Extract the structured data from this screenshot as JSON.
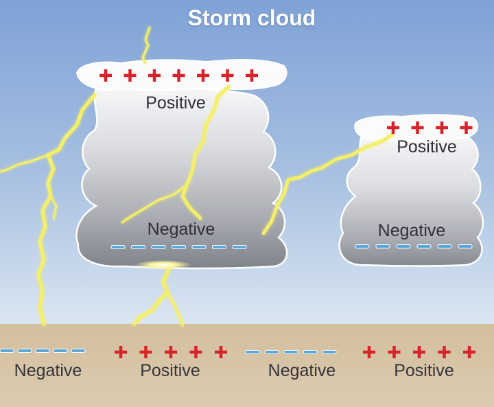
{
  "title": "Storm cloud",
  "clouds": {
    "main": {
      "top_label": "Positive",
      "bottom_label": "Negative",
      "top_charges": 7,
      "bottom_charges": 7
    },
    "small": {
      "top_label": "Positive",
      "bottom_label": "Negative",
      "top_charges": 4,
      "bottom_charges": 6
    }
  },
  "ground": [
    {
      "label": "Negative",
      "charge": "negative",
      "count": 5
    },
    {
      "label": "Positive",
      "charge": "positive",
      "count": 5
    },
    {
      "label": "Negative",
      "charge": "negative",
      "count": 5
    },
    {
      "label": "Positive",
      "charge": "positive",
      "count": 5
    }
  ],
  "colors": {
    "sky_top": "#7ea2d6",
    "sky_bottom": "#dbe6f1",
    "ground": "#d9c7a8",
    "positive_sign": "#d8232a",
    "negative_sign": "#5aa7d8",
    "lightning": "#f4ef68",
    "cloud_dark": "#80848b",
    "cloud_light": "#f3f4f6"
  }
}
